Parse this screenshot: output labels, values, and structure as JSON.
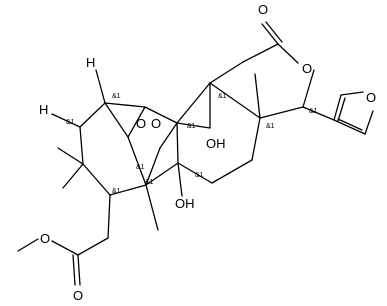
{
  "structure": {
    "atom_labels": {
      "carbonyl_o_top": "O",
      "ring_o": "O",
      "furan_o": "O",
      "bridge_o_left": "O",
      "bridge_o_right": "O",
      "hydroxyl_upper": "OH",
      "hydroxyl_lower": "OH",
      "ester_o": "O",
      "ester_carbonyl_o": "O",
      "h_top": "H",
      "h_left": "H"
    },
    "stereo_label": "&1"
  }
}
